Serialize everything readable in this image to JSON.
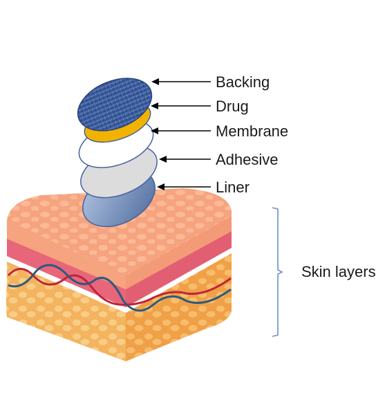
{
  "diagram": {
    "layers": [
      {
        "label": "Backing",
        "color": "#2f4f8f"
      },
      {
        "label": "Drug",
        "color": "#f2b300"
      },
      {
        "label": "Membrane",
        "color": "#ffffff"
      },
      {
        "label": "Adhesive",
        "color": "#ffffff"
      },
      {
        "label": "Liner",
        "color": "#d9d9d9"
      }
    ],
    "skin_label": "Skin layers",
    "colors": {
      "outline": "#41619c",
      "skin_top": "#f6a37f",
      "skin_pink": "#e8667a",
      "fat": "#f6c479",
      "fat_dark": "#f2ad55",
      "vein_red": "#c0243a",
      "vein_blue": "#2b5b7e",
      "bracket": "#6b8fc9"
    }
  }
}
